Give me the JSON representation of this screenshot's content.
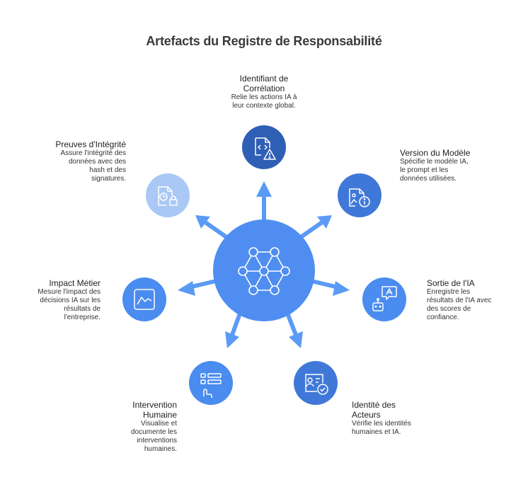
{
  "title": "Artefacts du Registre de Responsabilité",
  "colors": {
    "center": "#4f8ef0",
    "arrow": "#5b9af5",
    "dark_blue": "#2f5fb5",
    "mid_blue": "#3f78d8",
    "light_blue": "#a9c8f5",
    "bright_blue": "#4a8cf0"
  },
  "center": {
    "icon": "neural-network-icon"
  },
  "nodes": [
    {
      "id": "correlation",
      "title": "Identifiant de Corrélation",
      "title_lines": [
        "Identifiant de",
        "Corrélation"
      ],
      "desc_lines": [
        "Relie les actions IA à",
        "leur contexte global."
      ],
      "icon": "code-warning-icon"
    },
    {
      "id": "model",
      "title": "Version du Modèle",
      "title_lines": [
        "Version du Modèle"
      ],
      "desc_lines": [
        "Spécifie le modèle IA,",
        "le prompt et les",
        "données utilisées."
      ],
      "icon": "image-info-icon"
    },
    {
      "id": "output",
      "title": "Sortie de l'IA",
      "title_lines": [
        "Sortie de l'IA"
      ],
      "desc_lines": [
        "Enregistre les",
        "résultats de l'IA avec",
        "des scores de",
        "confiance."
      ],
      "icon": "robot-chat-icon"
    },
    {
      "id": "actors",
      "title": "Identité des Acteurs",
      "title_lines": [
        "Identité des",
        "Acteurs"
      ],
      "desc_lines": [
        "Vérifie les identités",
        "humaines et IA."
      ],
      "icon": "id-card-check-icon"
    },
    {
      "id": "human",
      "title": "Intervention Humaine",
      "title_lines": [
        "Intervention",
        "Humaine"
      ],
      "desc_lines": [
        "Visualise et",
        "documente les",
        "interventions",
        "humaines."
      ],
      "icon": "touch-list-icon"
    },
    {
      "id": "impact",
      "title": "Impact Métier",
      "title_lines": [
        "Impact Métier"
      ],
      "desc_lines": [
        "Mesure l'impact des",
        "décisions IA sur les",
        "résultats de",
        "l'entreprise."
      ],
      "icon": "line-chart-icon"
    },
    {
      "id": "integrity",
      "title": "Preuves d'Intégrité",
      "title_lines": [
        "Preuves d'Intégrité"
      ],
      "desc_lines": [
        "Assure l'intégrité des",
        "données avec des",
        "hash et des",
        "signatures."
      ],
      "icon": "document-lock-icon"
    }
  ]
}
